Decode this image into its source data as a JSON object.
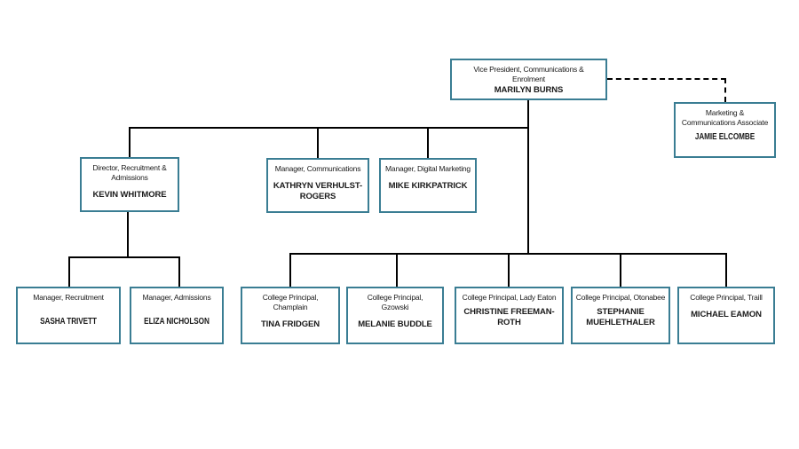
{
  "nodes": {
    "vp": {
      "title_lines": [
        "Vice President, Communications &",
        "Enrolment"
      ],
      "name_lines": [
        "MARILYN BURNS"
      ]
    },
    "jamie": {
      "title_lines": [
        "Marketing &",
        "Communications Associate"
      ],
      "name_lines": [
        "JAMIE ELCOMBE"
      ]
    },
    "kevin": {
      "title_lines": [
        "Director, Recruitment &",
        "Admissions"
      ],
      "name_lines": [
        "KEVIN WHITMORE"
      ]
    },
    "kathryn": {
      "title_lines": [
        "Manager, Communications"
      ],
      "name_lines": [
        "KATHRYN VERHULST-",
        "ROGERS"
      ]
    },
    "mike": {
      "title_lines": [
        "Manager, Digital Marketing"
      ],
      "name_lines": [
        "MIKE KIRKPATRICK"
      ]
    },
    "sasha": {
      "title_lines": [
        "Manager, Recruitment"
      ],
      "name_lines": [
        "SASHA TRIVETT"
      ]
    },
    "eliza": {
      "title_lines": [
        "Manager, Admissions"
      ],
      "name_lines": [
        "ELIZA NICHOLSON"
      ]
    },
    "tina": {
      "title_lines": [
        "College Principal,",
        "Champlain"
      ],
      "name_lines": [
        "TINA FRIDGEN"
      ]
    },
    "melanie": {
      "title_lines": [
        "College Principal,",
        "Gzowski"
      ],
      "name_lines": [
        "MELANIE BUDDLE"
      ]
    },
    "christine": {
      "title_lines": [
        "College Principal, Lady Eaton"
      ],
      "name_lines": [
        "CHRISTINE FREEMAN-",
        "ROTH"
      ]
    },
    "stephanie": {
      "title_lines": [
        "College Principal, Otonabee"
      ],
      "name_lines": [
        "STEPHANIE",
        "MUEHLETHALER"
      ]
    },
    "michael": {
      "title_lines": [
        "College Principal, Traill"
      ],
      "name_lines": [
        "MICHAEL EAMON"
      ]
    }
  },
  "hierarchy": {
    "root": "vp",
    "reports": {
      "vp": [
        "kevin",
        "kathryn",
        "mike",
        "tina",
        "melanie",
        "christine",
        "stephanie",
        "michael"
      ],
      "kevin": [
        "sasha",
        "eliza"
      ]
    },
    "dotted_reports": {
      "vp": [
        "jamie"
      ]
    }
  },
  "colors": {
    "box_border": "#3a7d93",
    "connector_line": "#000000",
    "text": "#1a1a1a",
    "background": "#ffffff"
  }
}
